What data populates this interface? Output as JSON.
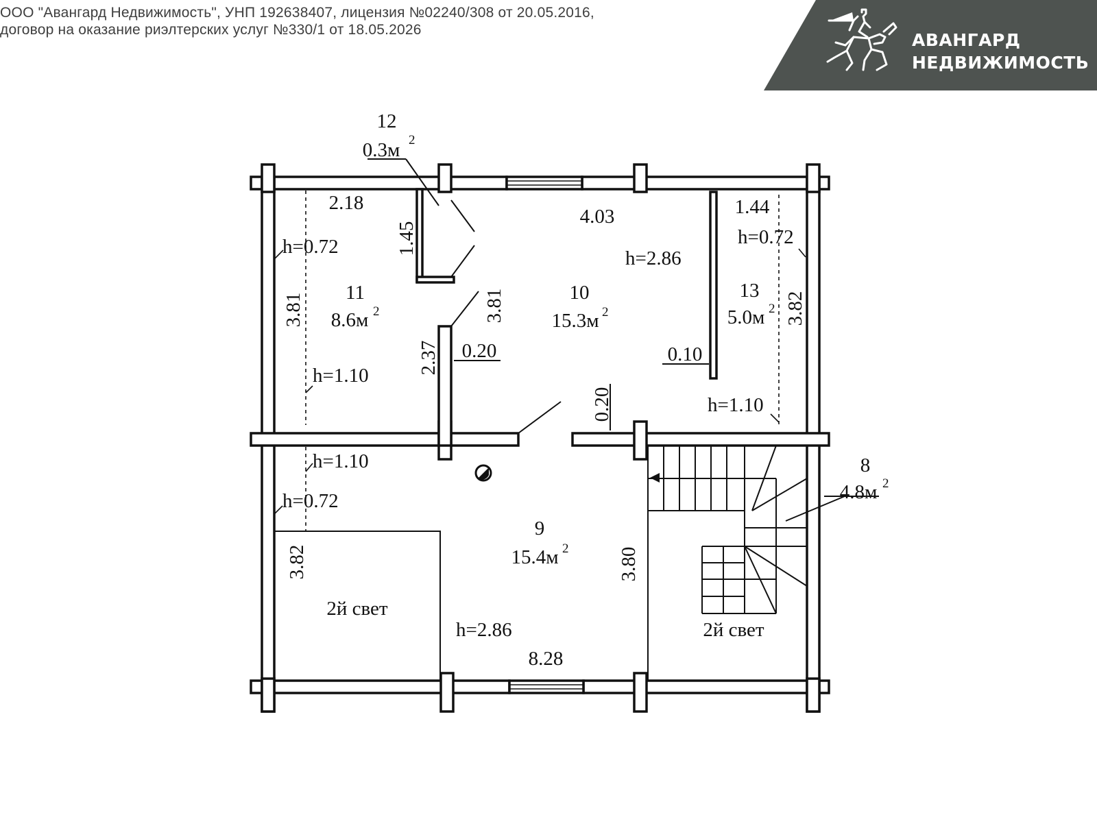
{
  "header": {
    "line1": "ООО \"Авангард Недвижимость\", УНП 192638407, лицензия №02240/308 от 20.05.2016,",
    "line2": "договор на оказание риэлтерских услуг №330/1 от 18.05.2026"
  },
  "logo": {
    "line1": "АВАНГАРД",
    "line2": "НЕДВИЖИМОСТЬ",
    "icon": "knight-on-horse-icon",
    "band_color": "#4e5350"
  },
  "plan": {
    "rooms": [
      {
        "number": "12",
        "area": "0.3м",
        "sup": "2"
      },
      {
        "number": "11",
        "area": "8.6м",
        "sup": "2"
      },
      {
        "number": "10",
        "area": "15.3м",
        "sup": "2"
      },
      {
        "number": "13",
        "area": "5.0м",
        "sup": "2"
      },
      {
        "number": "9",
        "area": "15.4м",
        "sup": "2"
      },
      {
        "number": "8",
        "area": "4.8м",
        "sup": "2"
      }
    ],
    "light_wells": [
      "2й свет",
      "2й свет"
    ],
    "dimensions": {
      "d218": "2.18",
      "d403": "4.03",
      "d144": "1.44",
      "d145": "1.45",
      "d381a": "3.81",
      "d381b": "3.81",
      "d237": "2.37",
      "d020a": "0.20",
      "d020b": "0.20",
      "d010": "0.10",
      "d382a": "3.82",
      "d382b": "3.82",
      "d380": "3.80",
      "d828": "8.28"
    },
    "heights": {
      "h072_11": "h=0.72",
      "h110_11": "h=1.10",
      "h286_10": "h=2.86",
      "h072_13": "h=0.72",
      "h110_13": "h=1.10",
      "h110_9": "h=1.10",
      "h072_9": "h=0.72",
      "h286_9": "h=2.86"
    }
  }
}
